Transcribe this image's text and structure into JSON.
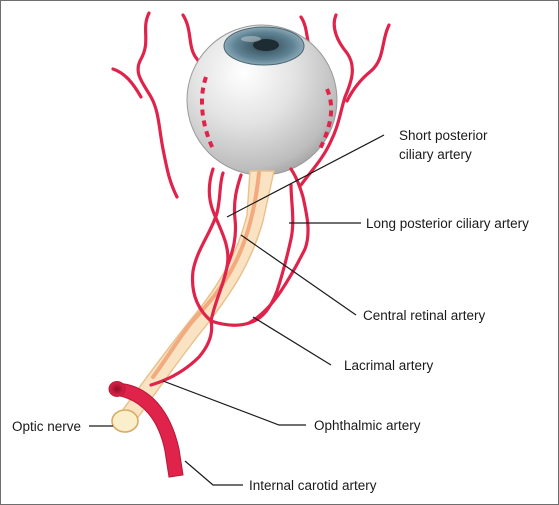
{
  "labels": {
    "short_posterior_1": "Short posterior",
    "short_posterior_2": "ciliary artery",
    "long_posterior": "Long posterior ciliary artery",
    "central_retinal": "Central retinal artery",
    "lacrimal": "Lacrimal artery",
    "ophthalmic": "Ophthalmic artery",
    "optic_nerve": "Optic nerve",
    "internal_carotid": "Internal carotid artery"
  },
  "colors": {
    "artery": "#e0234a",
    "nerve_fill": "#f9e3c3",
    "nerve_stroke": "#e9c08a",
    "central_retinal": "#f2aa7e",
    "eyeball": "#d6d6d6",
    "cornea": "#5a7b8c",
    "leader": "#1a1a1a"
  }
}
